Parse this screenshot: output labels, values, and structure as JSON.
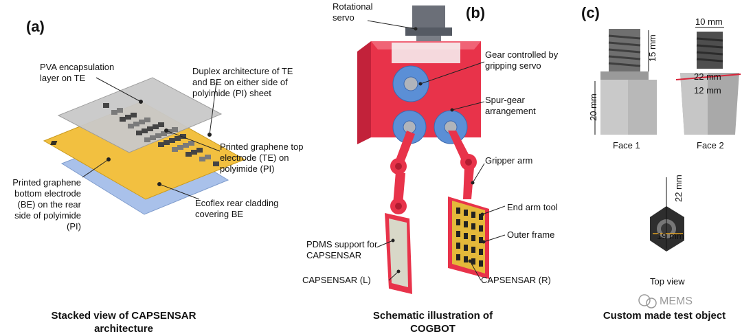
{
  "panel_a": {
    "label": "(a)",
    "annotations": {
      "pva": "PVA encapsulation layer on TE",
      "duplex": "Duplex architecture of TE and BE on either side of  polyimide (PI) sheet",
      "top_electrode": "Printed graphene top electrode (TE) on polyimide (PI)",
      "bottom_electrode": "Printed graphene bottom electrode (BE) on the rear side of polyimide (PI)",
      "ecoflex": "Ecoflex rear cladding covering BE"
    },
    "caption": "Stacked view of CAPSENSAR architecture"
  },
  "panel_b": {
    "label": "(b)",
    "annotations": {
      "rotational_servo": "Rotational servo",
      "gear_controlled": "Gear controlled  by gripping servo",
      "spur_gear": "Spur-gear arrangement",
      "gripper_arm": "Gripper arm",
      "end_arm_tool": "End arm tool",
      "outer_frame": "Outer frame",
      "pdms": "PDMS support for CAPSENSAR",
      "capsensar_l": "CAPSENSAR (L)",
      "capsensar_r": "CAPSENSAR (R)"
    },
    "caption": "Schematic illustration of COGBOT"
  },
  "panel_c": {
    "label": "(c)",
    "dims": {
      "d10": "10 mm",
      "d15": "15 mm",
      "d20": "20 mm",
      "d22a": "22 mm",
      "d12": "12 mm",
      "d22b": "22 mm",
      "d19": "19 mm"
    },
    "face1": "Face 1",
    "face2": "Face 2",
    "top_view": "Top view",
    "caption": "Custom made test object"
  },
  "watermark": "MEMS",
  "colors": {
    "frame_red": "#e8334a",
    "gear_blue": "#5b8fd6",
    "sheet_yellow": "#f2c040",
    "sheet_blue": "#a9c1ea",
    "sheet_gray": "#c8c8c8"
  }
}
